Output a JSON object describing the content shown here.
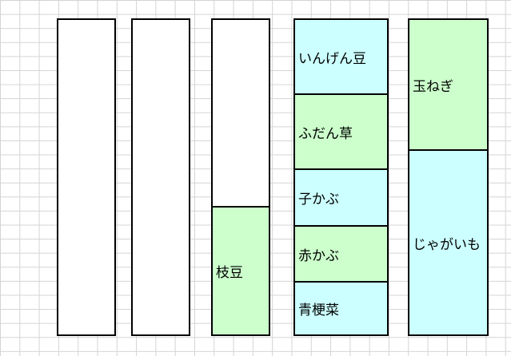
{
  "colors": {
    "green": "#ccffcc",
    "cyan": "#ccffff",
    "border": "#000000",
    "grid": "#d4d4d4"
  },
  "beds": [
    {
      "segments": []
    },
    {
      "segments": []
    },
    {
      "segments": [
        {
          "label": "枝豆",
          "color": "green"
        }
      ]
    },
    {
      "segments": [
        {
          "label": "いんげん豆",
          "color": "cyan"
        },
        {
          "label": "ふだん草",
          "color": "green"
        },
        {
          "label": "子かぶ",
          "color": "cyan"
        },
        {
          "label": "赤かぶ",
          "color": "green"
        },
        {
          "label": "青梗菜",
          "color": "cyan"
        }
      ]
    },
    {
      "segments": [
        {
          "label": "玉ねぎ",
          "color": "green"
        },
        {
          "label": "じゃがいも",
          "color": "cyan"
        }
      ]
    }
  ]
}
